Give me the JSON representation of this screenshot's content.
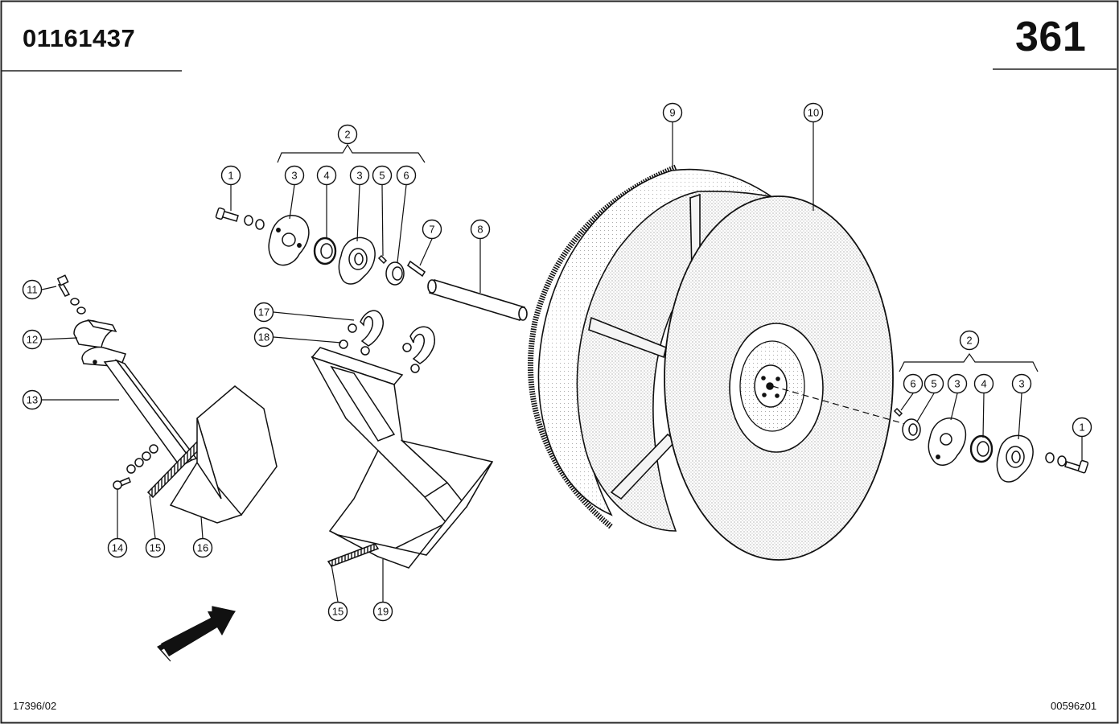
{
  "header": {
    "part_number": "01161437",
    "page_number": "361"
  },
  "footer": {
    "left_ref": "17396/02",
    "right_ref": "00596z01"
  },
  "callouts": [
    {
      "id": "c2a",
      "label": "2"
    },
    {
      "id": "c1a",
      "label": "1"
    },
    {
      "id": "c3a",
      "label": "3"
    },
    {
      "id": "c4a",
      "label": "4"
    },
    {
      "id": "c3b",
      "label": "3"
    },
    {
      "id": "c5a",
      "label": "5"
    },
    {
      "id": "c6a",
      "label": "6"
    },
    {
      "id": "c7",
      "label": "7"
    },
    {
      "id": "c8",
      "label": "8"
    },
    {
      "id": "c9",
      "label": "9"
    },
    {
      "id": "c10",
      "label": "10"
    },
    {
      "id": "c11",
      "label": "11"
    },
    {
      "id": "c12",
      "label": "12"
    },
    {
      "id": "c13",
      "label": "13"
    },
    {
      "id": "c14",
      "label": "14"
    },
    {
      "id": "c15a",
      "label": "15"
    },
    {
      "id": "c16",
      "label": "16"
    },
    {
      "id": "c17",
      "label": "17"
    },
    {
      "id": "c18",
      "label": "18"
    },
    {
      "id": "c15b",
      "label": "15"
    },
    {
      "id": "c19",
      "label": "19"
    },
    {
      "id": "c2b",
      "label": "2"
    },
    {
      "id": "c6b",
      "label": "6"
    },
    {
      "id": "c5b",
      "label": "5"
    },
    {
      "id": "c3c",
      "label": "3"
    },
    {
      "id": "c4b",
      "label": "4"
    },
    {
      "id": "c3d",
      "label": "3"
    },
    {
      "id": "c1b",
      "label": "1"
    }
  ]
}
